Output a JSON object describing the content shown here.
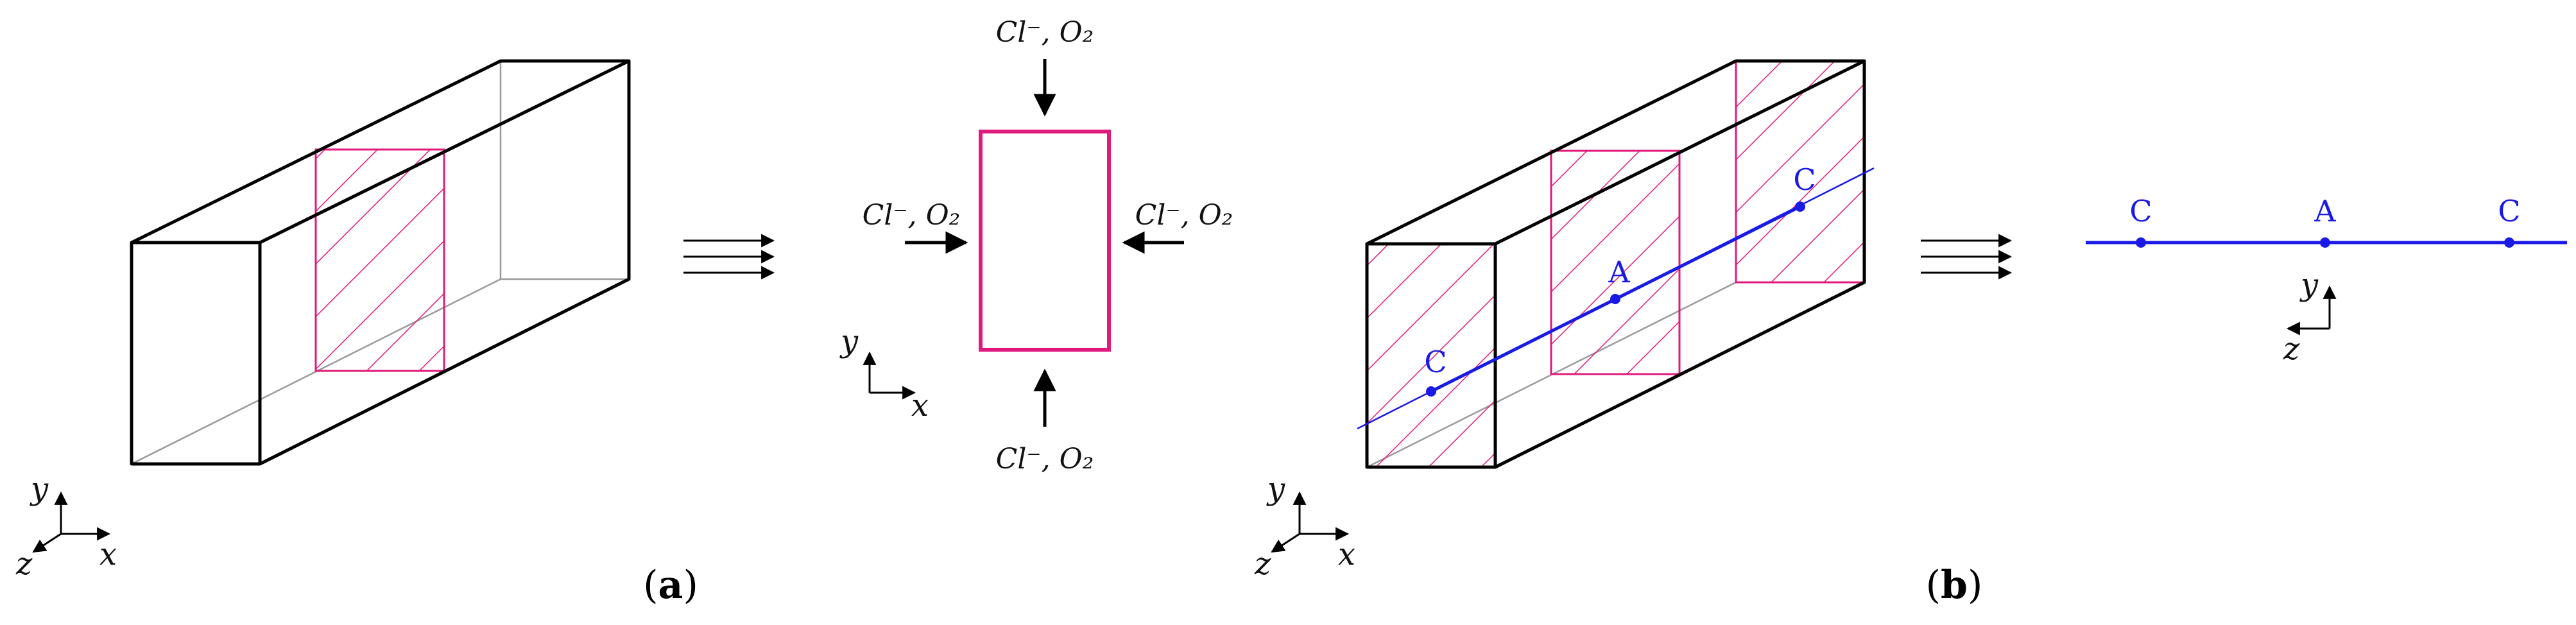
{
  "colors": {
    "box_edge": "#000000",
    "hidden_edge": "#9a9a9a",
    "section": "#e0197d",
    "line": "#1a1ae6"
  },
  "panel_a": {
    "caption_letter": "a",
    "axes": {
      "x": "x",
      "y": "y",
      "z": "z"
    },
    "section_axes": {
      "x": "x",
      "y": "y"
    },
    "flux_labels": {
      "top": "Cl⁻, O₂",
      "left": "Cl⁻, O₂",
      "right": "Cl⁻, O₂",
      "bottom": "Cl⁻, O₂"
    }
  },
  "panel_b": {
    "caption_letter": "b",
    "axes": {
      "x": "x",
      "y": "y",
      "z": "z"
    },
    "points": [
      "C",
      "A",
      "C"
    ],
    "line_points": [
      "C",
      "A",
      "C"
    ],
    "line_axes": {
      "y": "y",
      "z": "z"
    }
  }
}
